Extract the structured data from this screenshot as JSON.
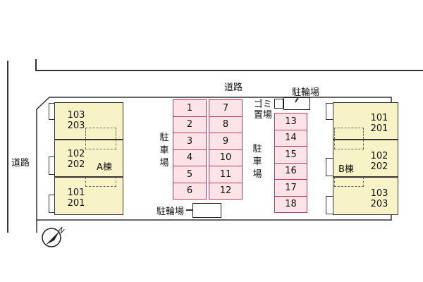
{
  "roads": {
    "top_label": "道路",
    "left_label": "道路"
  },
  "building_a": {
    "label": "A棟",
    "units": [
      "103\n203",
      "102\n202",
      "101\n201"
    ]
  },
  "building_b": {
    "label": "B棟",
    "units": [
      "101\n201",
      "102\n202",
      "103\n203"
    ]
  },
  "parking": {
    "label_left": "駐車場",
    "label_right": "駐車場",
    "spaces_col1": [
      "1",
      "2",
      "3",
      "4",
      "5",
      "6"
    ],
    "spaces_col2": [
      "7",
      "8",
      "9",
      "10",
      "11",
      "12"
    ],
    "spaces_col3": [
      "13",
      "14",
      "15",
      "16",
      "17",
      "18"
    ]
  },
  "bicycle_parking": {
    "top_label": "駐輪場",
    "bottom_label": "駐輪場"
  },
  "garbage": {
    "label": "ゴミ置場"
  },
  "colors": {
    "building_fill": "#f7f3c7",
    "parking_fill": "#fbe3e8",
    "parking_border": "#b73a5b"
  },
  "icons": [
    "north-arrow-icon"
  ]
}
